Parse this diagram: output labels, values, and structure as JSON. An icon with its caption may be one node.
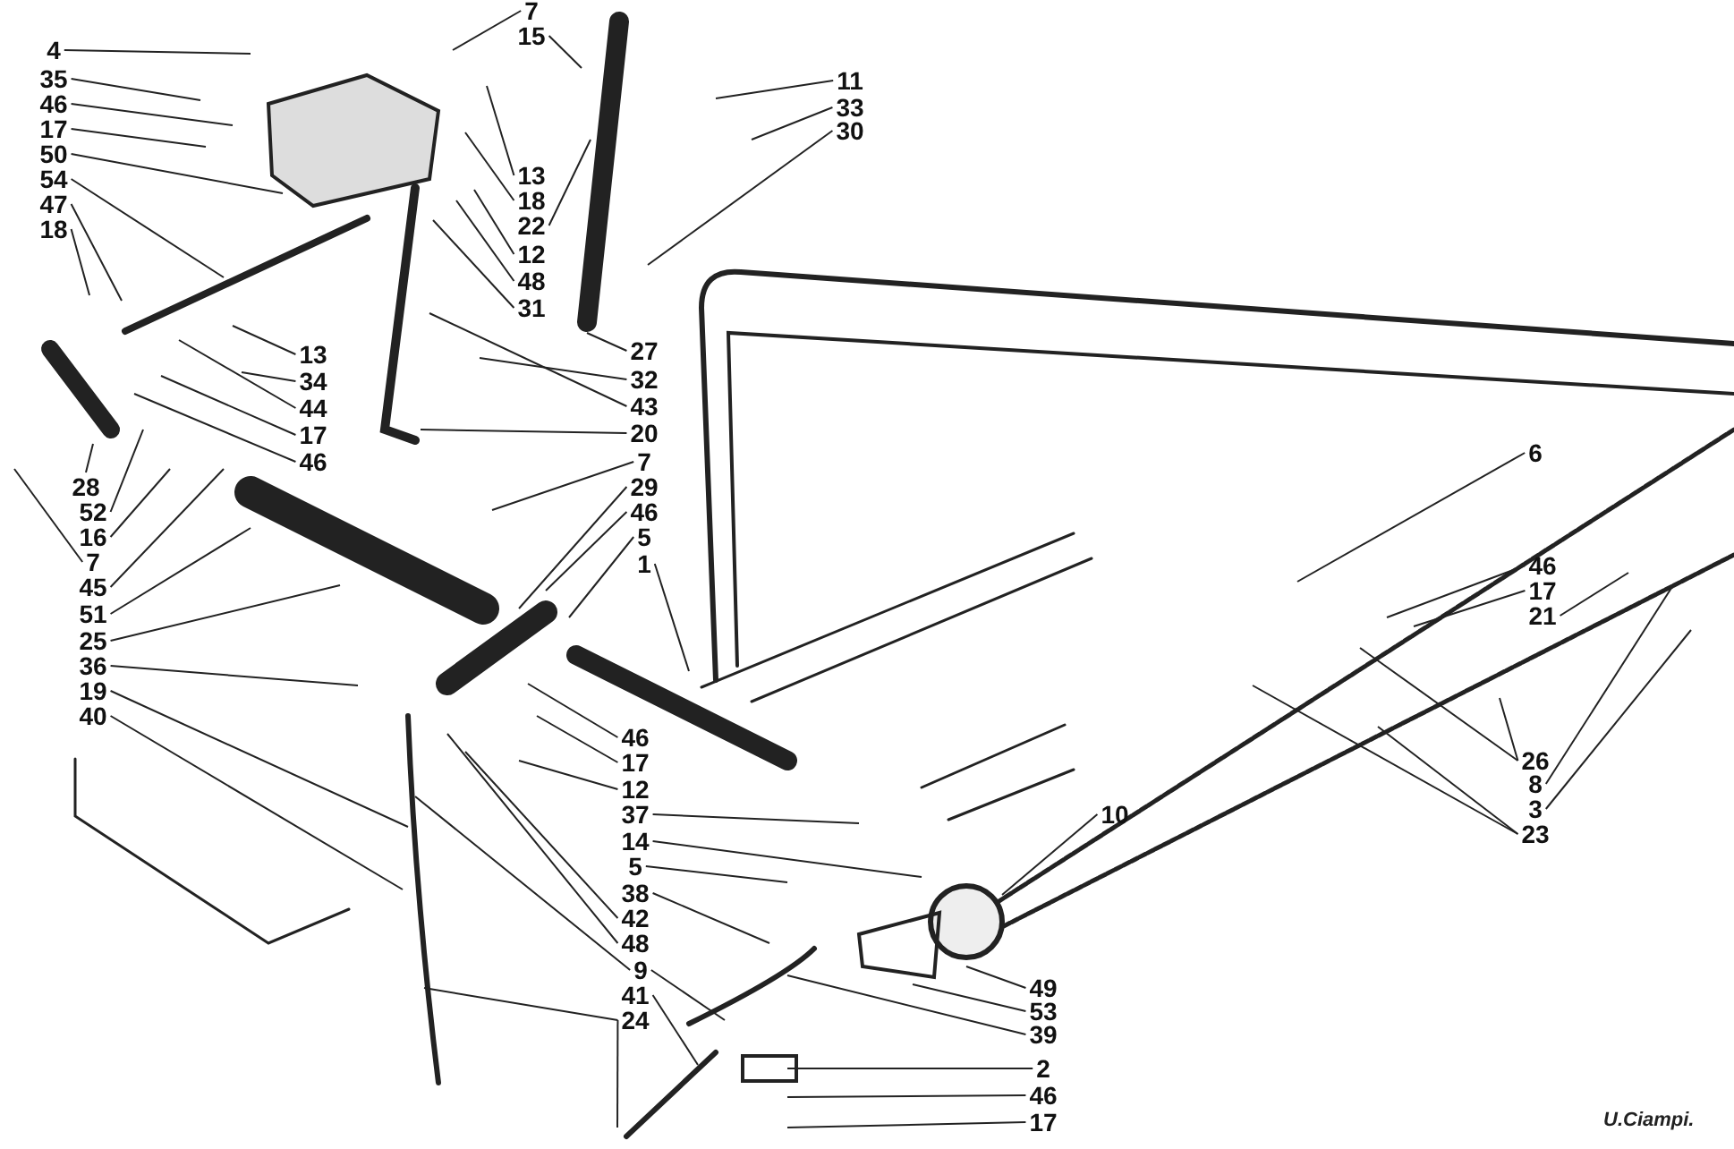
{
  "diagram": {
    "nodes": [
      {
        "text": [
          "4"
        ]
      },
      {
        "text": [
          "35"
        ]
      },
      {
        "text": [
          "46"
        ]
      },
      {
        "text": [
          "17"
        ]
      },
      {
        "text": [
          "50"
        ]
      },
      {
        "text": [
          "54"
        ]
      },
      {
        "text": [
          "47"
        ]
      },
      {
        "text": [
          "18"
        ]
      },
      {
        "text": [
          "7"
        ]
      },
      {
        "text": [
          "15"
        ]
      },
      {
        "text": [
          "11"
        ]
      },
      {
        "text": [
          "33"
        ]
      },
      {
        "text": [
          "30"
        ]
      },
      {
        "text": [
          "13"
        ]
      },
      {
        "text": [
          "18"
        ]
      },
      {
        "text": [
          "22"
        ]
      },
      {
        "text": [
          "12"
        ]
      },
      {
        "text": [
          "48"
        ]
      },
      {
        "text": [
          "31"
        ]
      },
      {
        "text": [
          "13"
        ]
      },
      {
        "text": [
          "27"
        ]
      },
      {
        "text": [
          "34"
        ]
      },
      {
        "text": [
          "32"
        ]
      },
      {
        "text": [
          "44"
        ]
      },
      {
        "text": [
          "43"
        ]
      },
      {
        "text": [
          "17"
        ]
      },
      {
        "text": [
          "20"
        ]
      },
      {
        "text": [
          "46"
        ]
      },
      {
        "text": [
          "7"
        ]
      },
      {
        "text": [
          "28"
        ]
      },
      {
        "text": [
          "29"
        ]
      },
      {
        "text": [
          "52"
        ]
      },
      {
        "text": [
          "46"
        ]
      },
      {
        "text": [
          "16"
        ]
      },
      {
        "text": [
          "5"
        ]
      },
      {
        "text": [
          "7"
        ]
      },
      {
        "text": [
          "1"
        ]
      },
      {
        "text": [
          "45"
        ]
      },
      {
        "text": [
          "51"
        ]
      },
      {
        "text": [
          "25"
        ]
      },
      {
        "text": [
          "36"
        ]
      },
      {
        "text": [
          "19"
        ]
      },
      {
        "text": [
          "40"
        ]
      },
      {
        "text": [
          "6"
        ]
      },
      {
        "text": [
          "46"
        ]
      },
      {
        "text": [
          "17"
        ]
      },
      {
        "text": [
          "21"
        ]
      },
      {
        "text": [
          "46"
        ]
      },
      {
        "text": [
          "17"
        ]
      },
      {
        "text": [
          "12"
        ]
      },
      {
        "text": [
          "37"
        ]
      },
      {
        "text": [
          "10"
        ]
      },
      {
        "text": [
          "26"
        ]
      },
      {
        "text": [
          "8"
        ]
      },
      {
        "text": [
          "3"
        ]
      },
      {
        "text": [
          "23"
        ]
      },
      {
        "text": [
          "14"
        ]
      },
      {
        "text": [
          "5"
        ]
      },
      {
        "text": [
          "38"
        ]
      },
      {
        "text": [
          "42"
        ]
      },
      {
        "text": [
          "48"
        ]
      },
      {
        "text": [
          "9"
        ]
      },
      {
        "text": [
          "49"
        ]
      },
      {
        "text": [
          "41"
        ]
      },
      {
        "text": [
          "53"
        ]
      },
      {
        "text": [
          "24"
        ]
      },
      {
        "text": [
          "39"
        ]
      },
      {
        "text": [
          "2"
        ]
      },
      {
        "text": [
          "46"
        ]
      },
      {
        "text": [
          "17"
        ]
      }
    ],
    "edges": [
      {
        "from": 0,
        "to": null,
        "arrow": "none"
      },
      {
        "from": 1,
        "to": null,
        "arrow": "none"
      },
      {
        "from": 2,
        "to": null,
        "arrow": "none"
      },
      {
        "from": 3,
        "to": null,
        "arrow": "none"
      },
      {
        "from": 4,
        "to": null,
        "arrow": "none"
      },
      {
        "from": 5,
        "to": null,
        "arrow": "none"
      },
      {
        "from": 6,
        "to": null,
        "arrow": "none"
      },
      {
        "from": 7,
        "to": null,
        "arrow": "none"
      },
      {
        "from": 8,
        "to": null,
        "arrow": "none"
      },
      {
        "from": 9,
        "to": null,
        "arrow": "none"
      },
      {
        "from": 10,
        "to": null,
        "arrow": "none"
      },
      {
        "from": 11,
        "to": null,
        "arrow": "none"
      },
      {
        "from": 12,
        "to": null,
        "arrow": "none"
      },
      {
        "from": 13,
        "to": null,
        "arrow": "none"
      },
      {
        "from": 14,
        "to": null,
        "arrow": "none"
      },
      {
        "from": 15,
        "to": null,
        "arrow": "none"
      },
      {
        "from": 16,
        "to": null,
        "arrow": "none"
      },
      {
        "from": 17,
        "to": null,
        "arrow": "none"
      },
      {
        "from": 18,
        "to": null,
        "arrow": "none"
      },
      {
        "from": 19,
        "to": null,
        "arrow": "none"
      },
      {
        "from": 20,
        "to": null,
        "arrow": "none"
      },
      {
        "from": 21,
        "to": null,
        "arrow": "none"
      },
      {
        "from": 22,
        "to": null,
        "arrow": "none"
      },
      {
        "from": 23,
        "to": null,
        "arrow": "none"
      },
      {
        "from": 24,
        "to": null,
        "arrow": "none"
      },
      {
        "from": 25,
        "to": null,
        "arrow": "none"
      },
      {
        "from": 26,
        "to": null,
        "arrow": "none"
      },
      {
        "from": 27,
        "to": null,
        "arrow": "none"
      },
      {
        "from": 28,
        "to": null,
        "arrow": "none"
      },
      {
        "from": 29,
        "to": null,
        "arrow": "none"
      },
      {
        "from": 30,
        "to": null,
        "arrow": "none"
      },
      {
        "from": 31,
        "to": null,
        "arrow": "none"
      },
      {
        "from": 32,
        "to": null,
        "arrow": "none"
      },
      {
        "from": 33,
        "to": null,
        "arrow": "none"
      },
      {
        "from": 34,
        "to": null,
        "arrow": "none"
      },
      {
        "from": 35,
        "to": null,
        "arrow": "none"
      },
      {
        "from": 36,
        "to": null,
        "arrow": "none"
      },
      {
        "from": 37,
        "to": null,
        "arrow": "none"
      },
      {
        "from": 38,
        "to": null,
        "arrow": "none"
      },
      {
        "from": 39,
        "to": null,
        "arrow": "none"
      },
      {
        "from": 40,
        "to": null,
        "arrow": "none"
      },
      {
        "from": 41,
        "to": null,
        "arrow": "none"
      },
      {
        "from": 42,
        "to": null,
        "arrow": "none"
      },
      {
        "from": 43,
        "to": null,
        "arrow": "none"
      },
      {
        "from": 44,
        "to": null,
        "arrow": "none"
      },
      {
        "from": 45,
        "to": null,
        "arrow": "none"
      },
      {
        "from": 46,
        "to": null,
        "arrow": "none"
      },
      {
        "from": 47,
        "to": null,
        "arrow": "none"
      },
      {
        "from": 48,
        "to": null,
        "arrow": "none"
      },
      {
        "from": 49,
        "to": null,
        "arrow": "none"
      },
      {
        "from": 50,
        "to": null,
        "arrow": "none"
      },
      {
        "from": 51,
        "to": null,
        "arrow": "none"
      },
      {
        "from": 52,
        "to": null,
        "arrow": "none"
      },
      {
        "from": 52,
        "to": null,
        "arrow": "none"
      },
      {
        "from": 53,
        "to": null,
        "arrow": "none"
      },
      {
        "from": 54,
        "to": null,
        "arrow": "none"
      },
      {
        "from": 55,
        "to": null,
        "arrow": "none"
      },
      {
        "from": 55,
        "to": null,
        "arrow": "none"
      },
      {
        "from": 56,
        "to": null,
        "arrow": "none"
      },
      {
        "from": 57,
        "to": null,
        "arrow": "none"
      },
      {
        "from": 58,
        "to": null,
        "arrow": "none"
      },
      {
        "from": 59,
        "to": null,
        "arrow": "none"
      },
      {
        "from": 60,
        "to": null,
        "arrow": "none"
      },
      {
        "from": 61,
        "to": null,
        "arrow": "none"
      },
      {
        "from": 61,
        "to": null,
        "arrow": "none"
      },
      {
        "from": 62,
        "to": null,
        "arrow": "none"
      },
      {
        "from": 63,
        "to": null,
        "arrow": "none"
      },
      {
        "from": 64,
        "to": null,
        "arrow": "none"
      },
      {
        "from": 65,
        "to": null,
        "arrow": "none"
      },
      {
        "from": 65,
        "to": null,
        "arrow": "none"
      },
      {
        "from": 66,
        "to": null,
        "arrow": "none"
      },
      {
        "from": 67,
        "to": null,
        "arrow": "none"
      },
      {
        "from": 68,
        "to": null,
        "arrow": "none"
      },
      {
        "from": 69,
        "to": null,
        "arrow": "none"
      }
    ],
    "labels": [
      "U.Ciampi."
    ]
  }
}
